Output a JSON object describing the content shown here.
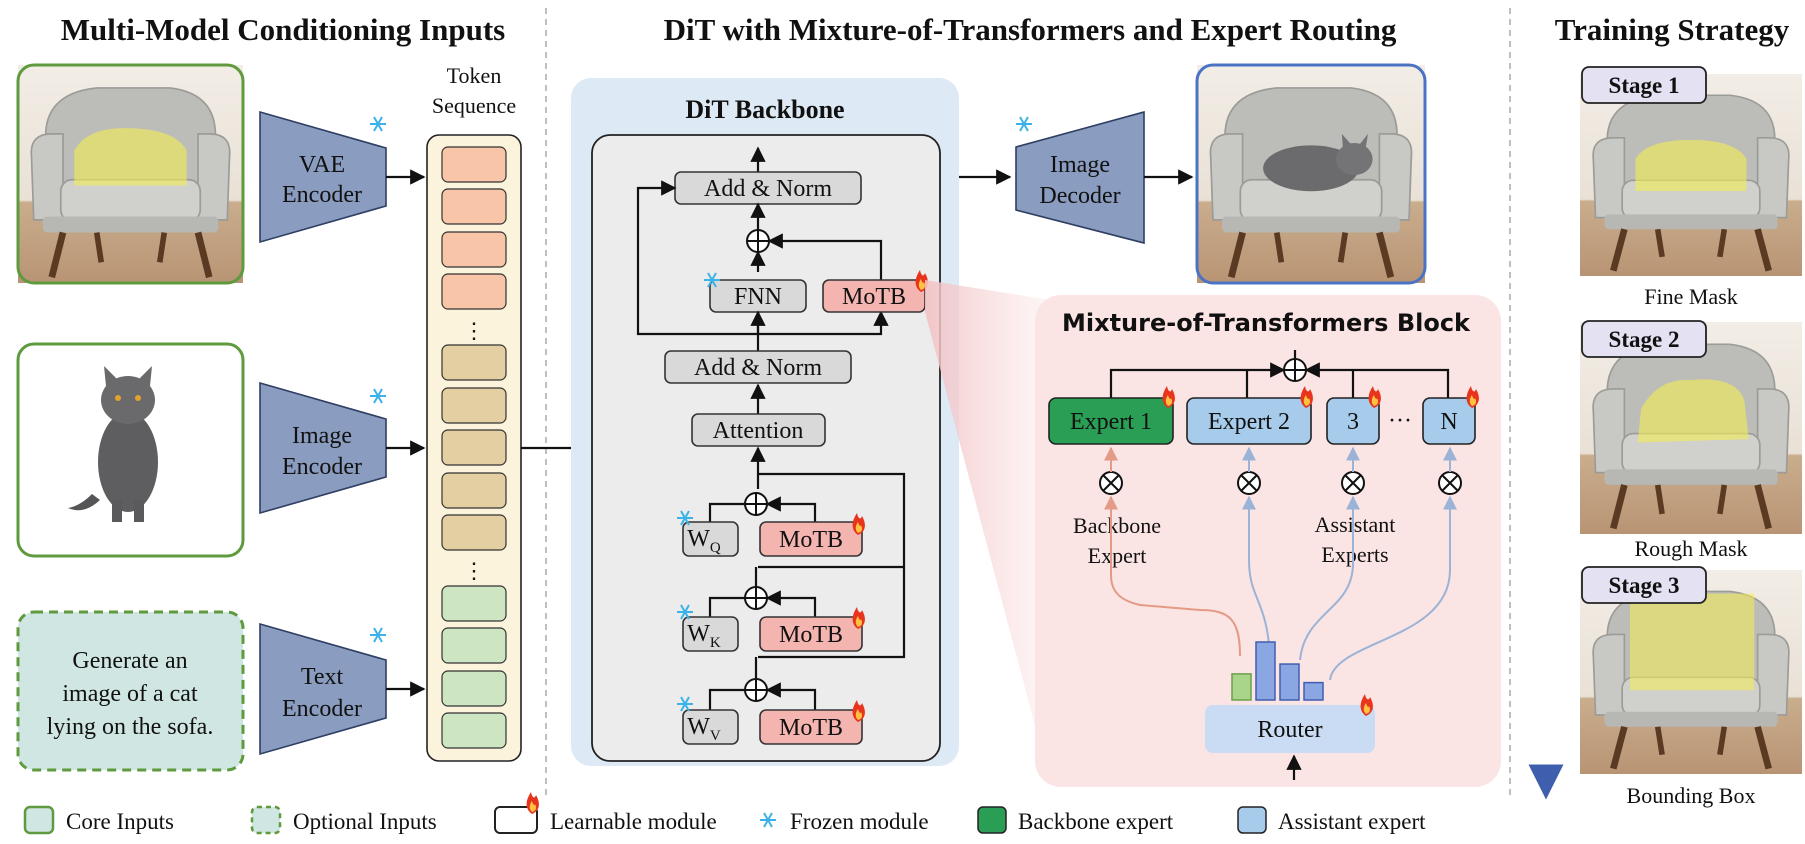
{
  "sections": {
    "inputs_title": "Multi-Model Conditioning Inputs",
    "dit_title": "DiT with Mixture-of-Transformers and Expert Routing",
    "training_title": "Training Strategy"
  },
  "inputs": {
    "text_prompt": [
      "Generate an",
      "image of a cat",
      "lying on the sofa."
    ],
    "encoders": {
      "vae": [
        "VAE",
        "Encoder"
      ],
      "image": [
        "Image",
        "Encoder"
      ],
      "text": [
        "Text",
        "Encoder"
      ]
    },
    "token_sequence": [
      "Token",
      "Sequence"
    ],
    "token_dots": "⋮"
  },
  "dit": {
    "backbone_title": "DiT Backbone",
    "add_norm": "Add & Norm",
    "fnn": "FNN",
    "motb": "MoTB",
    "attention": "Attention",
    "wq": {
      "main": "W",
      "sub": "Q"
    },
    "wk": {
      "main": "W",
      "sub": "K"
    },
    "wv": {
      "main": "W",
      "sub": "V"
    },
    "decoder": [
      "Image",
      "Decoder"
    ]
  },
  "mot": {
    "title": "Mixture-of-Transformers Block",
    "experts": [
      "Expert 1",
      "Expert 2",
      "3",
      "N"
    ],
    "dots": "···",
    "backbone_expert": [
      "Backbone",
      "Expert"
    ],
    "assistant_experts": [
      "Assistant",
      "Experts"
    ],
    "router": "Router",
    "router_bars": [
      0.45,
      1.0,
      0.62,
      0.3
    ]
  },
  "training": {
    "stages": [
      {
        "label": "Stage 1",
        "caption": "Fine Mask"
      },
      {
        "label": "Stage 2",
        "caption": "Rough Mask"
      },
      {
        "label": "Stage 3",
        "caption": "Bounding Box"
      }
    ]
  },
  "legend": {
    "core": "Core Inputs",
    "optional": "Optional Inputs",
    "learnable": "Learnable module",
    "frozen": "Frozen module",
    "backbone_expert": "Backbone expert",
    "assistant_expert": "Assistant expert"
  },
  "colors": {
    "input_border": "#5f9a3e",
    "encoder_fill": "#8a9cbf",
    "token_orange": "#f8c5a8",
    "token_tan": "#e4cfa3",
    "token_green": "#cde6c1",
    "backbone_panel": "#dde9f4",
    "mot_panel": "#fbe4e4",
    "expert_green": "#2a9e54",
    "expert_blue": "#a7cbea",
    "router": "#c9dcf4",
    "stage_label": "#e3e1f2"
  }
}
